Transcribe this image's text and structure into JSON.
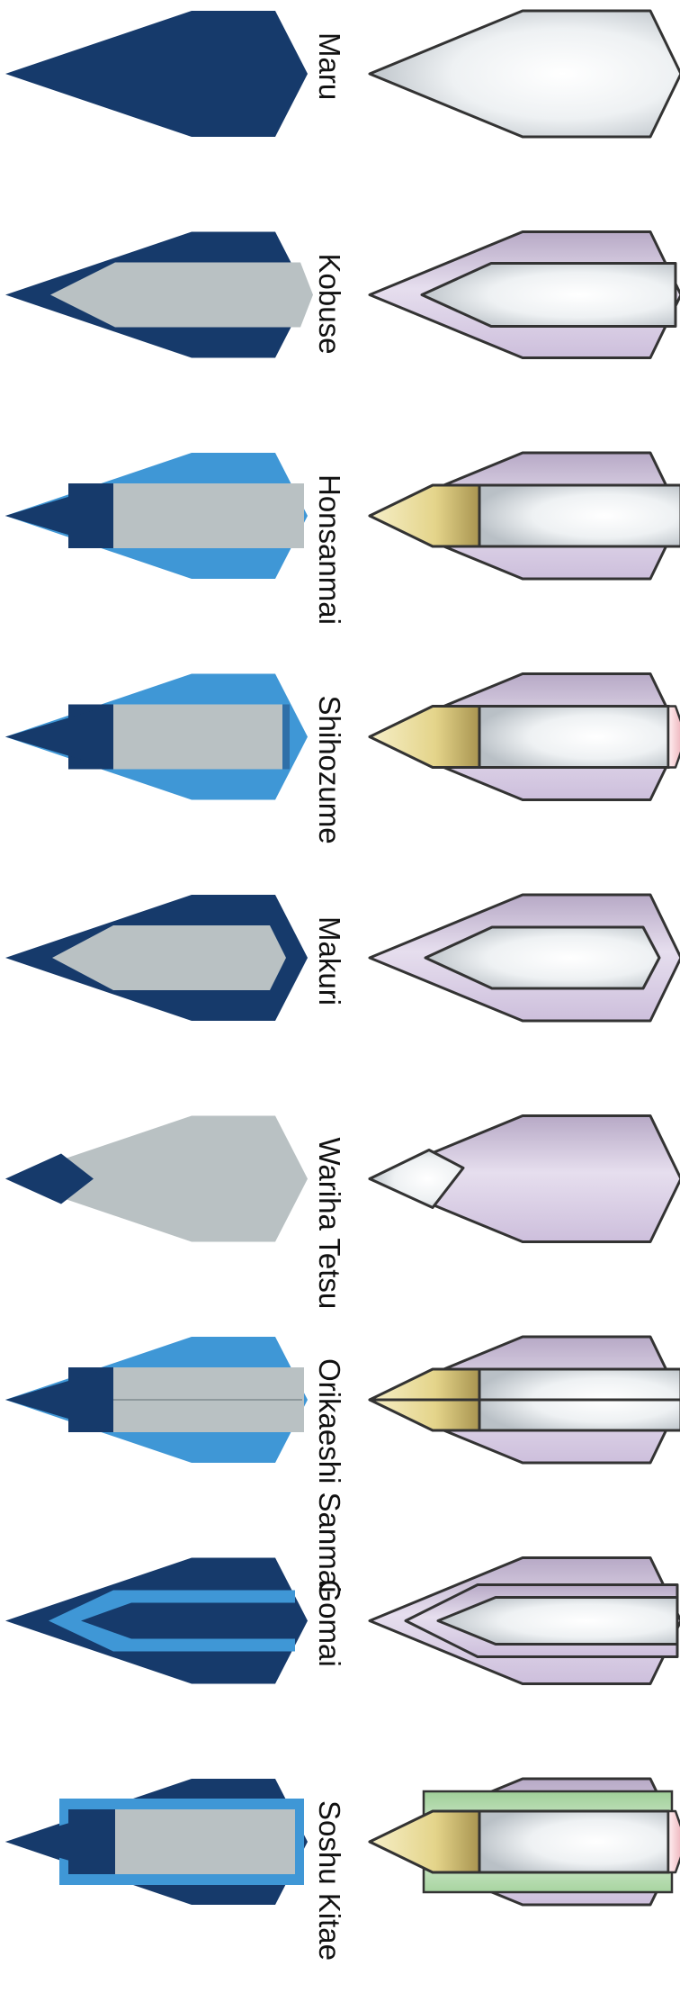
{
  "title": "",
  "colors": {
    "dark_blue": "#163A6B",
    "light_blue": "#3F97D6",
    "grey": "#B9C1C3",
    "outline": "#333333",
    "lavender": "#D8CCE4",
    "white_core": "#FFFFFF",
    "gold": "#E6D78C",
    "pink": "#F2C2C8",
    "green": "#BFE0B8"
  },
  "constructions": [
    {
      "name": "Maru",
      "schematic": "maru",
      "rendered": "maru"
    },
    {
      "name": "Kobuse",
      "schematic": "kobuse",
      "rendered": "kobuse"
    },
    {
      "name": "Honsanmai",
      "schematic": "honsanmai",
      "rendered": "honsanmai"
    },
    {
      "name": "Shihozume",
      "schematic": "shihozume",
      "rendered": "shihozume"
    },
    {
      "name": "Makuri",
      "schematic": "makuri",
      "rendered": "makuri"
    },
    {
      "name": "Wariha Tetsu",
      "schematic": "wariha",
      "rendered": "wariha"
    },
    {
      "name": "Orikaeshi Sanmai",
      "schematic": "orikaeshi",
      "rendered": "orikaeshi"
    },
    {
      "name": "Gomai",
      "schematic": "gomai",
      "rendered": "gomai"
    },
    {
      "name": "Soshu Kitae",
      "schematic": "soshu",
      "rendered": "soshu"
    }
  ]
}
